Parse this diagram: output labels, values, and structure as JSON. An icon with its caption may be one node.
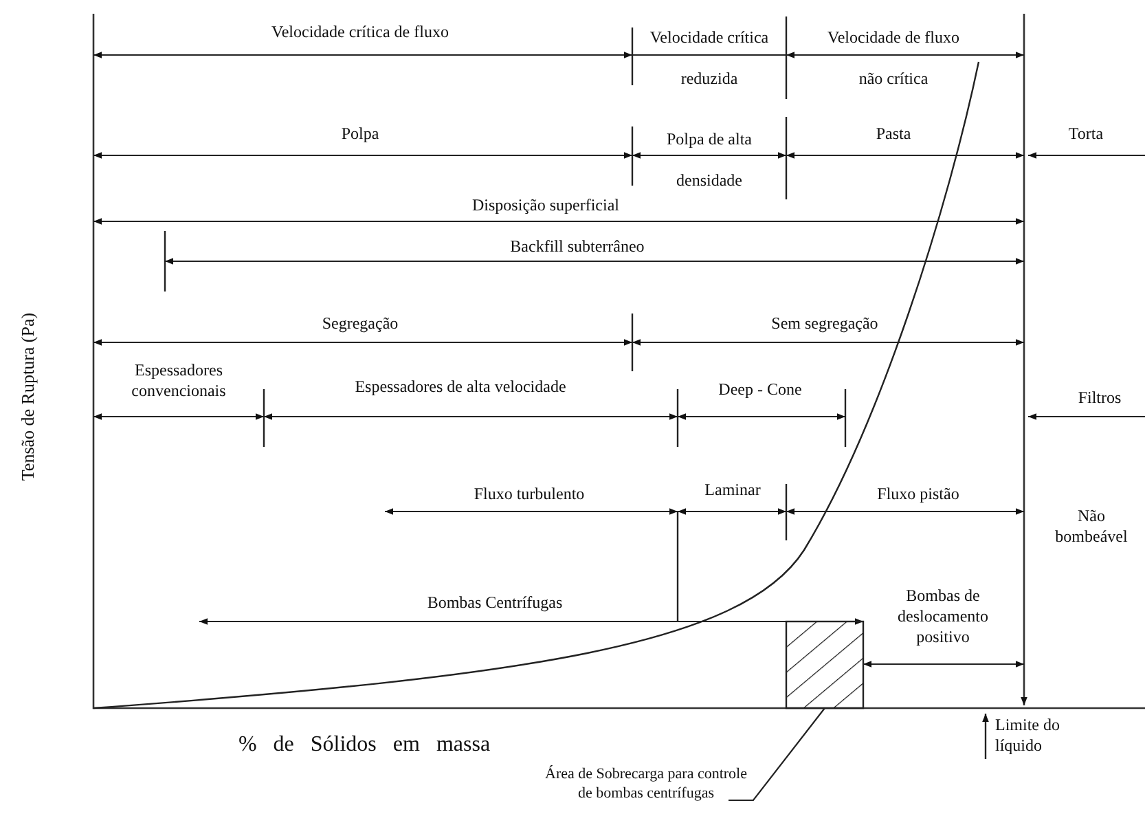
{
  "diagram": {
    "nodes": [
      {
        "text": [
          "Área de Sobrecarga para controle de bombas centrífugas"
        ]
      },
      {
        "text": [],
        "shape": "box"
      }
    ],
    "edges": [
      {
        "from": 0,
        "to": 1,
        "arrow": "none"
      }
    ],
    "labels": [
      "Tensão de Ruptura (Pa)",
      "Velocidade crítica de fluxo",
      "Velocidade crítica reduzida",
      "Velocidade de fluxo não crítica",
      "Polpa",
      "Polpa de alta densidade",
      "Pasta",
      "Torta",
      "Disposição superficial",
      "Backfill subterrâneo",
      "Segregação",
      "Sem segregação",
      "Espessadores convencionais",
      "Espessadores de alta velocidade",
      "Deep - Cone",
      "Filtros",
      "Fluxo turbulento",
      "Laminar",
      "Fluxo pistão",
      "Não bombeável",
      "Bombas Centrífugas",
      "Bombas de deslocamento positivo",
      "% de Sólidos em massa",
      "Limite do líquido"
    ]
  }
}
